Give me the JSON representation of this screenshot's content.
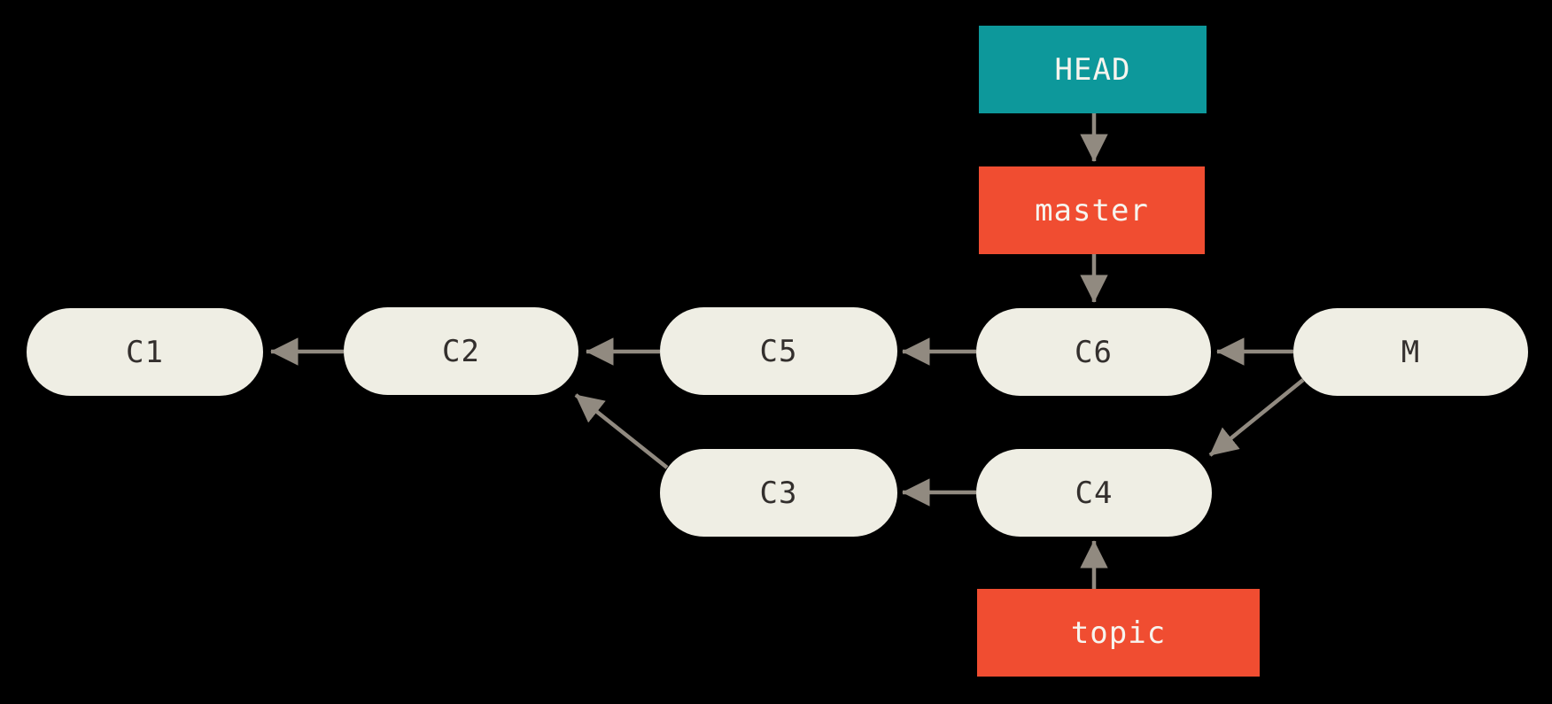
{
  "colors": {
    "bg": "#000000",
    "head_fill": "#0D989B",
    "branch_fill": "#F04D31",
    "ref_text": "#F7F4EE",
    "commit_fill": "#EFEEE4",
    "commit_text": "#332F2D",
    "arrow": "#918A80"
  },
  "refs": [
    {
      "id": "HEAD",
      "label": "HEAD",
      "type": "head",
      "points_to": "master"
    },
    {
      "id": "master",
      "label": "master",
      "type": "branch",
      "points_to": "C6"
    },
    {
      "id": "topic",
      "label": "topic",
      "type": "branch",
      "points_to": "C4"
    }
  ],
  "commits": [
    {
      "id": "C1",
      "label": "C1"
    },
    {
      "id": "C2",
      "label": "C2"
    },
    {
      "id": "C5",
      "label": "C5"
    },
    {
      "id": "C6",
      "label": "C6"
    },
    {
      "id": "M",
      "label": "M"
    },
    {
      "id": "C3",
      "label": "C3"
    },
    {
      "id": "C4",
      "label": "C4"
    }
  ],
  "edges": [
    {
      "from": "C2",
      "to": "C1"
    },
    {
      "from": "C5",
      "to": "C2"
    },
    {
      "from": "C6",
      "to": "C5"
    },
    {
      "from": "M",
      "to": "C6"
    },
    {
      "from": "C3",
      "to": "C2"
    },
    {
      "from": "C4",
      "to": "C3"
    },
    {
      "from": "M",
      "to": "C4"
    },
    {
      "from": "HEAD",
      "to": "master"
    },
    {
      "from": "master",
      "to": "C6"
    },
    {
      "from": "topic",
      "to": "C4"
    }
  ]
}
